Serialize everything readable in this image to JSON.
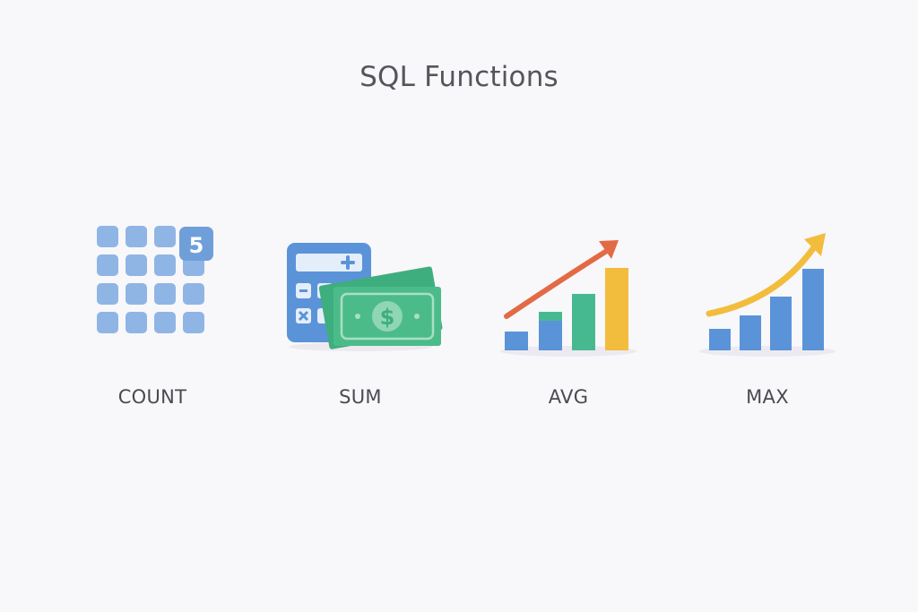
{
  "title": "SQL Functions",
  "functions": [
    {
      "name": "COUNT",
      "icon": "grid-count-icon",
      "badge": "5",
      "color": "#8fb5e5"
    },
    {
      "name": "SUM",
      "icon": "calculator-money-icon",
      "calculator_color": "#5b93d9",
      "money_color": "#4cbb8a"
    },
    {
      "name": "AVG",
      "icon": "bar-chart-trend-icon",
      "arrow_color": "#e26a44",
      "bar_colors": [
        "#5b93d9",
        "#5b93d9",
        "#47b990",
        "#f2bd3c"
      ]
    },
    {
      "name": "MAX",
      "icon": "bar-chart-growth-icon",
      "arrow_color": "#f2bd3c",
      "bar_color": "#5b93d9"
    }
  ],
  "background": "#f8f7fa"
}
